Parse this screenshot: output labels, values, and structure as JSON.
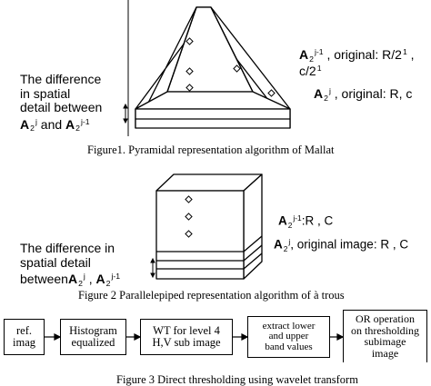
{
  "figure1": {
    "difference_lines": [
      "The difference",
      "in   spatial",
      "detail between"
    ],
    "diff_a1": "A",
    "diff_a1_sub": "2",
    "diff_a1_sup": "j",
    "diff_and": " and ",
    "diff_a2": "A",
    "diff_a2_sub": "2",
    "diff_a2_sup": "j-1",
    "upper_a": "A",
    "upper_sub": "2",
    "upper_sup": "j-1",
    "upper_text": " , original: R/2",
    "upper_text_sup": "1",
    "upper_text_2": " ,",
    "upper_c": "c/2",
    "upper_c_sup": "1",
    "lower_a": "A",
    "lower_sub": "2",
    "lower_sup": "j",
    "lower_text": " , original: R, c",
    "caption": "Figure1. Pyramidal representation algorithm of Mallat"
  },
  "figure2": {
    "upper_a": "A",
    "upper_sub": "2",
    "upper_sup": "j-1",
    "upper_text": ":R , C",
    "lower_a": "A",
    "lower_sub": "2",
    "lower_sup": "j",
    "lower_text": ", original image: R , C",
    "difference_lines": [
      "The difference in",
      "spatial detail"
    ],
    "diff_prefix": "between",
    "diff_a1": "A",
    "diff_a1_sub": "2",
    "diff_a1_sup": "j",
    "diff_sep": " , ",
    "diff_a2": "A",
    "diff_a2_sub": "2",
    "diff_a2_sup": "j-1",
    "caption": "Figure 2 Parallelepiped representation algorithm of à trous"
  },
  "figure3": {
    "boxes": [
      {
        "lines": [
          "ref.",
          "imag"
        ]
      },
      {
        "lines": [
          "Histogram",
          "equalized"
        ]
      },
      {
        "lines": [
          "WT for level 4",
          "H,V sub image"
        ]
      },
      {
        "lines": [
          "extract lower",
          "and upper",
          "band values"
        ]
      },
      {
        "lines": [
          "OR operation",
          "on thresholding",
          "subimage",
          "image"
        ]
      }
    ],
    "caption": "Figure 3 Direct thresholding using wavelet transform"
  }
}
